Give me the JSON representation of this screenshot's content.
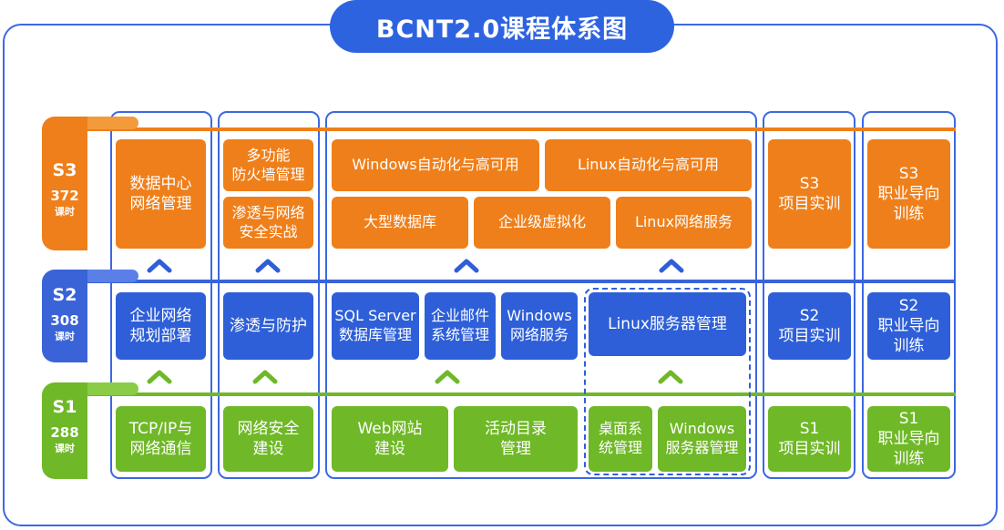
{
  "title": "BCNT2.0课程体系图",
  "colors": {
    "s3": "#ef7f1a",
    "s2": "#2e5fd8",
    "s1": "#6fb827",
    "frame": "#3d68e2"
  },
  "levels": {
    "s3": {
      "label": "S3",
      "hours": "372",
      "unit": "课时"
    },
    "s2": {
      "label": "S2",
      "hours": "308",
      "unit": "课时"
    },
    "s1": {
      "label": "S1",
      "hours": "288",
      "unit": "课时"
    }
  },
  "courses": {
    "s3": {
      "datacenter": "数据中心\n网络管理",
      "firewall": "多功能\n防火墙管理",
      "pentest": "渗透与网络\n安全实战",
      "win_ha": "Windows自动化与高可用",
      "linux_ha": "Linux自动化与高可用",
      "bigdb": "大型数据库",
      "virtual": "企业级虚拟化",
      "linux_net": "Linux网络服务",
      "project": "S3\n项目实训",
      "career": "S3\n职业导向\n训练"
    },
    "s2": {
      "netplan": "企业网络\n规划部署",
      "defense": "渗透与防护",
      "sqlserver": "SQL Server\n数据库管理",
      "mail": "企业邮件\n系统管理",
      "win_net": "Windows\n网络服务",
      "linux_srv": "Linux服务器管理",
      "project": "S2\n项目实训",
      "career": "S2\n职业导向\n训练"
    },
    "s1": {
      "tcpip": "TCP/IP与\n网络通信",
      "netsec": "网络安全\n建设",
      "web": "Web网站\n建设",
      "ad": "活动目录\n管理",
      "desktop": "桌面系\n统管理",
      "win_srv": "Windows\n服务器管理",
      "project": "S1\n项目实训",
      "career": "S1\n职业导向\n训练"
    }
  }
}
